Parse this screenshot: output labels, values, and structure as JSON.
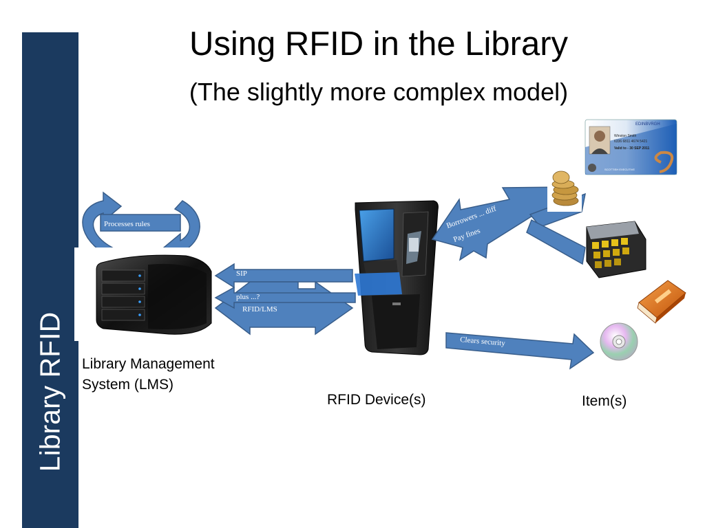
{
  "slide": {
    "title": "Using RFID in the Library",
    "subtitle": "(The slightly more complex model)",
    "sidebar_label": "Library RFID"
  },
  "lms": {
    "caption_line1": "Library Management",
    "caption_line2": "System (LMS)",
    "processes_label": "Processes rules"
  },
  "device": {
    "caption": "RFID Device(s)"
  },
  "items": {
    "caption": "Item(s)"
  },
  "arrows": {
    "sip": "SIP",
    "plus": "plus ...?",
    "rfid_lms": "RFID/LMS",
    "borrowers": "Borrowers ... diff",
    "pay_fines": "Pay fines",
    "clears_security": "Clears security"
  },
  "card": {
    "brand": "EDINBVRGH",
    "name": "Winston Smith",
    "number": "6336 6811 4674 5421",
    "valid": "Valid to - 30 SEP 2011",
    "issuer": "SCOTTISH EXECUTIVE"
  },
  "colors": {
    "sidebar": "#1b3a5f",
    "arrow_fill": "#4f81bd",
    "arrow_stroke": "#385d8a"
  }
}
